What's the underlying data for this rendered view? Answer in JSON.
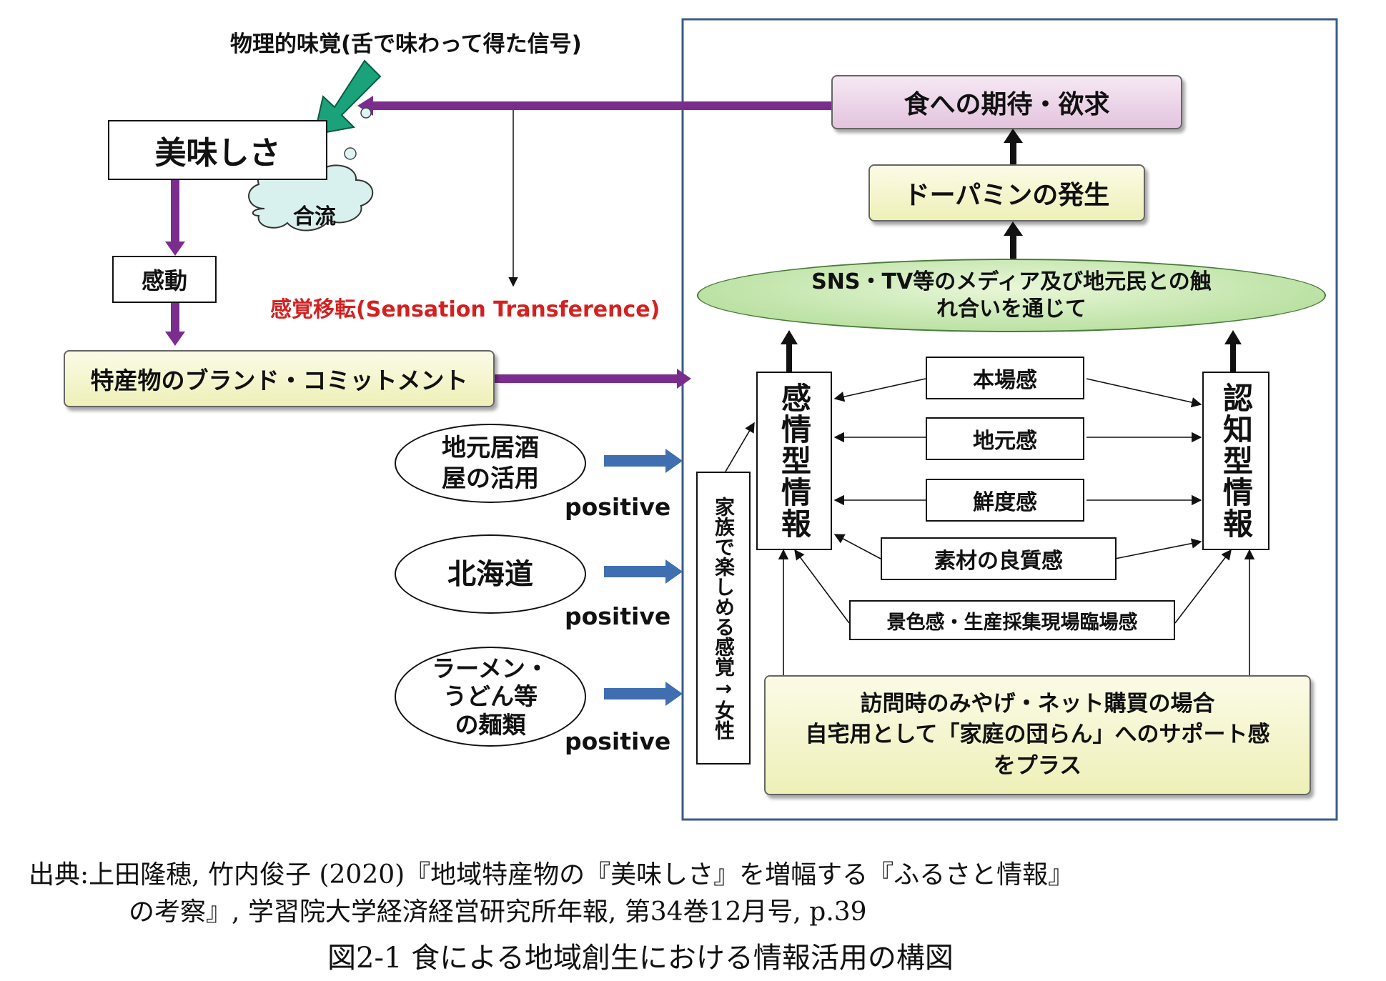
{
  "top_label": "物理的味覚(舌で味わって得た信号)",
  "oishisa": "美味しさ",
  "gouryu": "合流",
  "kandou": "感動",
  "sensation": "感覚移転(Sensation Transference)",
  "brand": "特産物のブランド・コミットメント",
  "expectation": "食への期待・欲求",
  "dopamine": "ドーパミンの発生",
  "media": {
    "line1": "SNS・TV等のメディア及び地元民との触",
    "line2": "れ合いを通じて"
  },
  "emotional": "感情型情報",
  "cognitive": "認知型情報",
  "family": "家族で楽しめる感覚→女性",
  "middle_items": [
    "本場感",
    "地元感",
    "鮮度感",
    "素材の良質感",
    "景色感・生産採集現場臨場感"
  ],
  "visit": {
    "line1": "訪問時のみやげ・ネット購買の場合",
    "line2": "自宅用として「家庭の団らん」へのサポート感",
    "line3": "をプラス"
  },
  "inputs": [
    {
      "line1": "地元居酒",
      "line2": "屋の活用",
      "tag": "positive"
    },
    {
      "line1": "北海道",
      "line2": "",
      "tag": "positive"
    },
    {
      "line1": "ラーメン・",
      "line2": "うどん等",
      "line3": "の麺類",
      "tag": "positive"
    }
  ],
  "source": {
    "line1": "出典:上田隆穂, 竹内俊子 (2020)『地域特産物の『美味しさ』を増幅する『ふるさと情報』",
    "line2": "の考察』, 学習院大学経済経営研究所年報, 第34巻12月号, p.39"
  },
  "caption": "図2-1 食による地域創生における情報活用の構図",
  "colors": {
    "purple": "#7b2d8e",
    "blue": "#3f6fb1",
    "green_arrow": "#1aa37a",
    "frame": "#3b5b8c",
    "red": "#d42020"
  }
}
